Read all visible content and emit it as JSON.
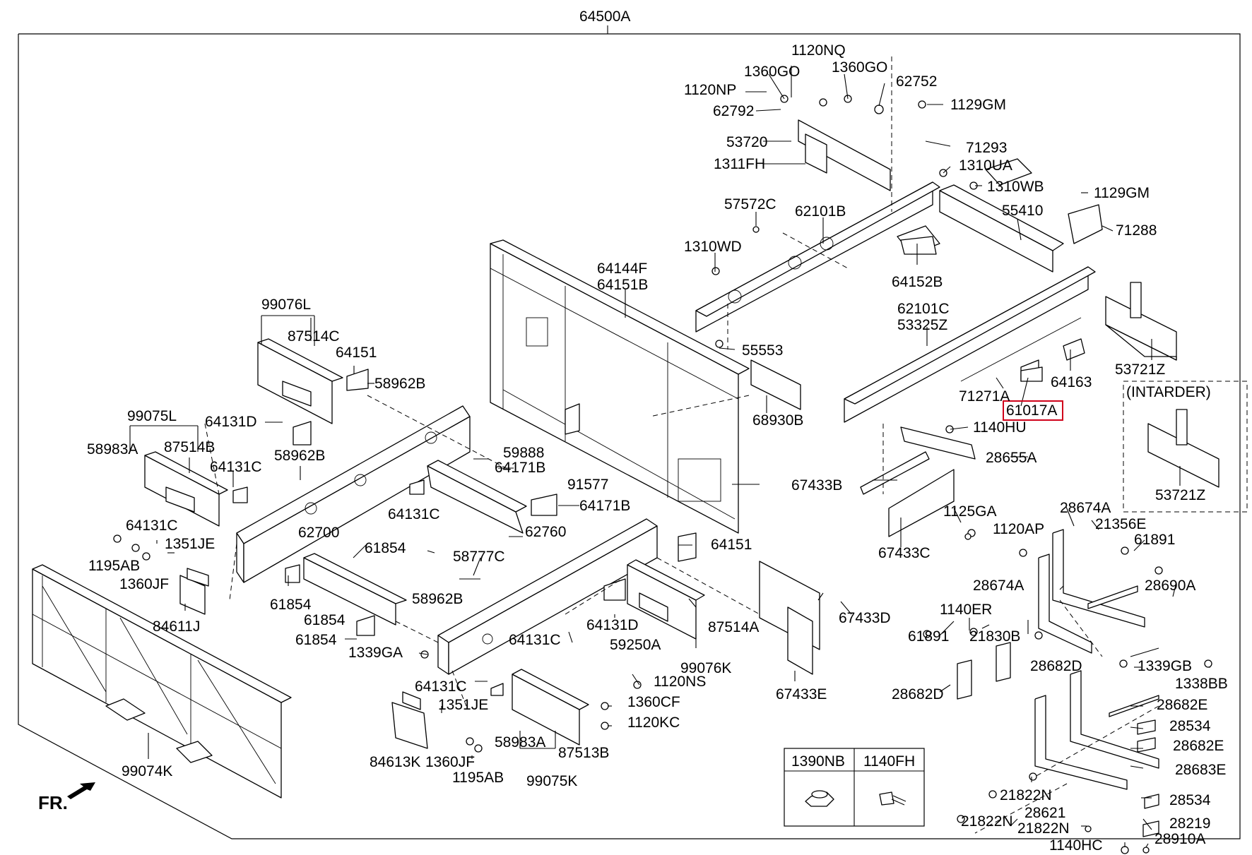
{
  "title": "64500A",
  "orientation": "FR.",
  "highlighted": "61017A",
  "highlight_color": "#d0021b",
  "intarder_title": "(INTARDER)",
  "intarder_label": "53721Z",
  "legend": {
    "left": "1390NB",
    "right": "1140FH"
  },
  "labels": {
    "l_1120NQ": "1120NQ",
    "l_1360GO_a": "1360GO",
    "l_1360GO_b": "1360GO",
    "l_62752": "62752",
    "l_1120NP": "1120NP",
    "l_62792": "62792",
    "l_1129GM_a": "1129GM",
    "l_53720": "53720",
    "l_71293": "71293",
    "l_1311FH": "1311FH",
    "l_1310UA": "1310UA",
    "l_1310WB": "1310WB",
    "l_1129GM_b": "1129GM",
    "l_57572C": "57572C",
    "l_62101B": "62101B",
    "l_55410": "55410",
    "l_71288": "71288",
    "l_1310WD": "1310WD",
    "l_64152B": "64152B",
    "l_64144F": "64144F",
    "l_64151B": "64151B",
    "l_62101C": "62101C",
    "l_53325Z": "53325Z",
    "l_55553": "55553",
    "l_99076L": "99076L",
    "l_87514C": "87514C",
    "l_64151_a": "64151",
    "l_58962B_a": "58962B",
    "l_64163": "64163",
    "l_53721Z": "53721Z",
    "l_71271A": "71271A",
    "l_61017A": "61017A",
    "l_64131D_a": "64131D",
    "l_68930B": "68930B",
    "l_1140HU": "1140HU",
    "l_99075L": "99075L",
    "l_58983A_a": "58983A",
    "l_87514B": "87514B",
    "l_64131C_a": "64131C",
    "l_58962B_b": "58962B",
    "l_59888": "59888",
    "l_64171B_a": "64171B",
    "l_28655A": "28655A",
    "l_91577": "91577",
    "l_67433B": "67433B",
    "l_64131C_b": "64131C",
    "l_64171B_b": "64171B",
    "l_1125GA": "1125GA",
    "l_28674A_a": "28674A",
    "l_64131C_c": "64131C",
    "l_62700": "62700",
    "l_61854_a": "61854",
    "l_62760": "62760",
    "l_1120AP": "1120AP",
    "l_21356E": "21356E",
    "l_1195AB_a": "1195AB",
    "l_1351JE_a": "1351JE",
    "l_64151_b": "64151",
    "l_67433C": "67433C",
    "l_61891_a": "61891",
    "l_58777C": "58777C",
    "l_1360JF_a": "1360JF",
    "l_28674A_b": "28674A",
    "l_28690A": "28690A",
    "l_61854_b": "61854",
    "l_58962B_c": "58962B",
    "l_84611J": "84611J",
    "l_61854_c": "61854",
    "l_64131D_b": "64131D",
    "l_87514A": "87514A",
    "l_67433D": "67433D",
    "l_1140ER": "1140ER",
    "l_61854_d": "61854",
    "l_1339GA": "1339GA",
    "l_64131C_d": "64131C",
    "l_59250A": "59250A",
    "l_61891_b": "61891",
    "l_21830B": "21830B",
    "l_99076K": "99076K",
    "l_28682D_a": "28682D",
    "l_1339GB": "1339GB",
    "l_1120NS": "1120NS",
    "l_1338BB": "1338BB",
    "l_64131C_e": "64131C",
    "l_1360CF": "1360CF",
    "l_67433E": "67433E",
    "l_28682D_b": "28682D",
    "l_1351JE_b": "1351JE",
    "l_28682E_a": "28682E",
    "l_1120KC": "1120KC",
    "l_28534_a": "28534",
    "l_99074K": "99074K",
    "l_58983A_b": "58983A",
    "l_87513B": "87513B",
    "l_28682E_b": "28682E",
    "l_84613K": "84613K",
    "l_1360JF_b": "1360JF",
    "l_1195AB_b": "1195AB",
    "l_99075K": "99075K",
    "l_28683E": "28683E",
    "l_21822N_a": "21822N",
    "l_28534_b": "28534",
    "l_28621": "28621",
    "l_28219": "28219",
    "l_21822N_b": "21822N",
    "l_21822N_c": "21822N",
    "l_1140HC": "1140HC",
    "l_28910A": "28910A"
  }
}
